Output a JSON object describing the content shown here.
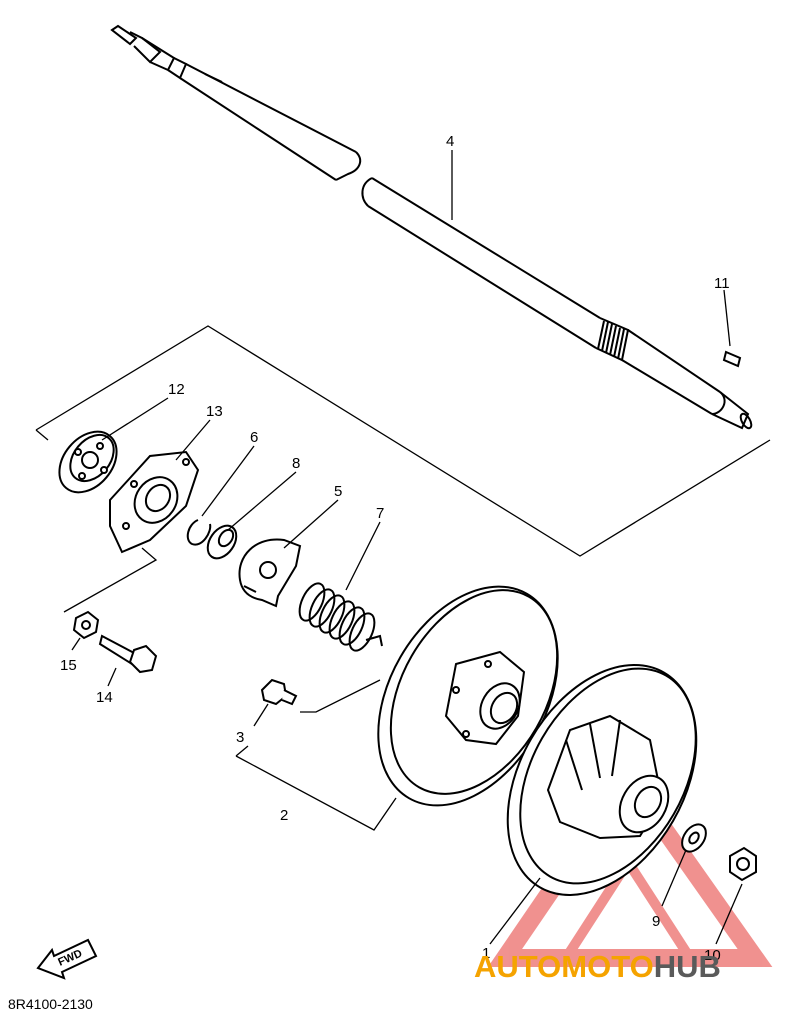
{
  "diagram": {
    "part_code": "8R4100-2130",
    "fwd_label": "FWD",
    "callouts": [
      {
        "id": "4",
        "text": "4"
      },
      {
        "id": "11",
        "text": "11"
      },
      {
        "id": "12",
        "text": "12"
      },
      {
        "id": "13",
        "text": "13"
      },
      {
        "id": "6",
        "text": "6"
      },
      {
        "id": "8",
        "text": "8"
      },
      {
        "id": "5",
        "text": "5"
      },
      {
        "id": "7",
        "text": "7"
      },
      {
        "id": "15",
        "text": "15"
      },
      {
        "id": "14",
        "text": "14"
      },
      {
        "id": "3",
        "text": "3"
      },
      {
        "id": "2",
        "text": "2"
      },
      {
        "id": "9",
        "text": "9"
      },
      {
        "id": "1",
        "text": "1"
      },
      {
        "id": "10",
        "text": "10"
      }
    ]
  },
  "watermark": {
    "part1": "AUTOMOTO",
    "part2": "HUB",
    "color1": "#f5a300",
    "color2": "#5a5a5a",
    "triangle_color": "#e53935"
  }
}
